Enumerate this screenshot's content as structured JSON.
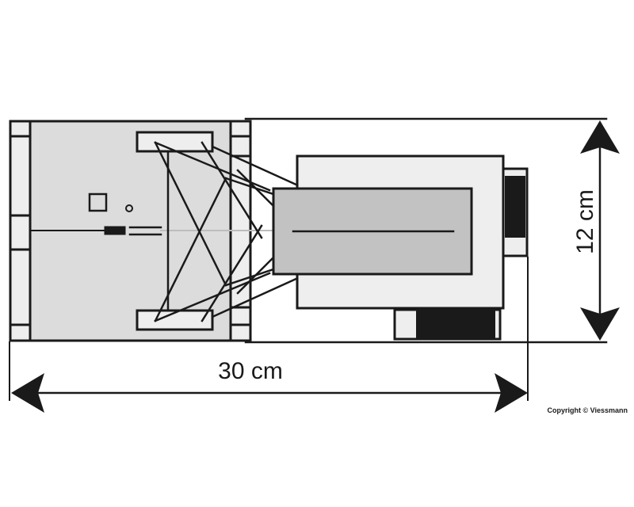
{
  "dimensions": {
    "width_label": "30 cm",
    "height_label": "12 cm"
  },
  "copyright": "Copyright © Viessmann",
  "colors": {
    "line": "#1a1a1a",
    "panel_fill": "#dcdcdc",
    "frame_fill": "#eeeeee",
    "container_fill": "#c2c2c2"
  }
}
